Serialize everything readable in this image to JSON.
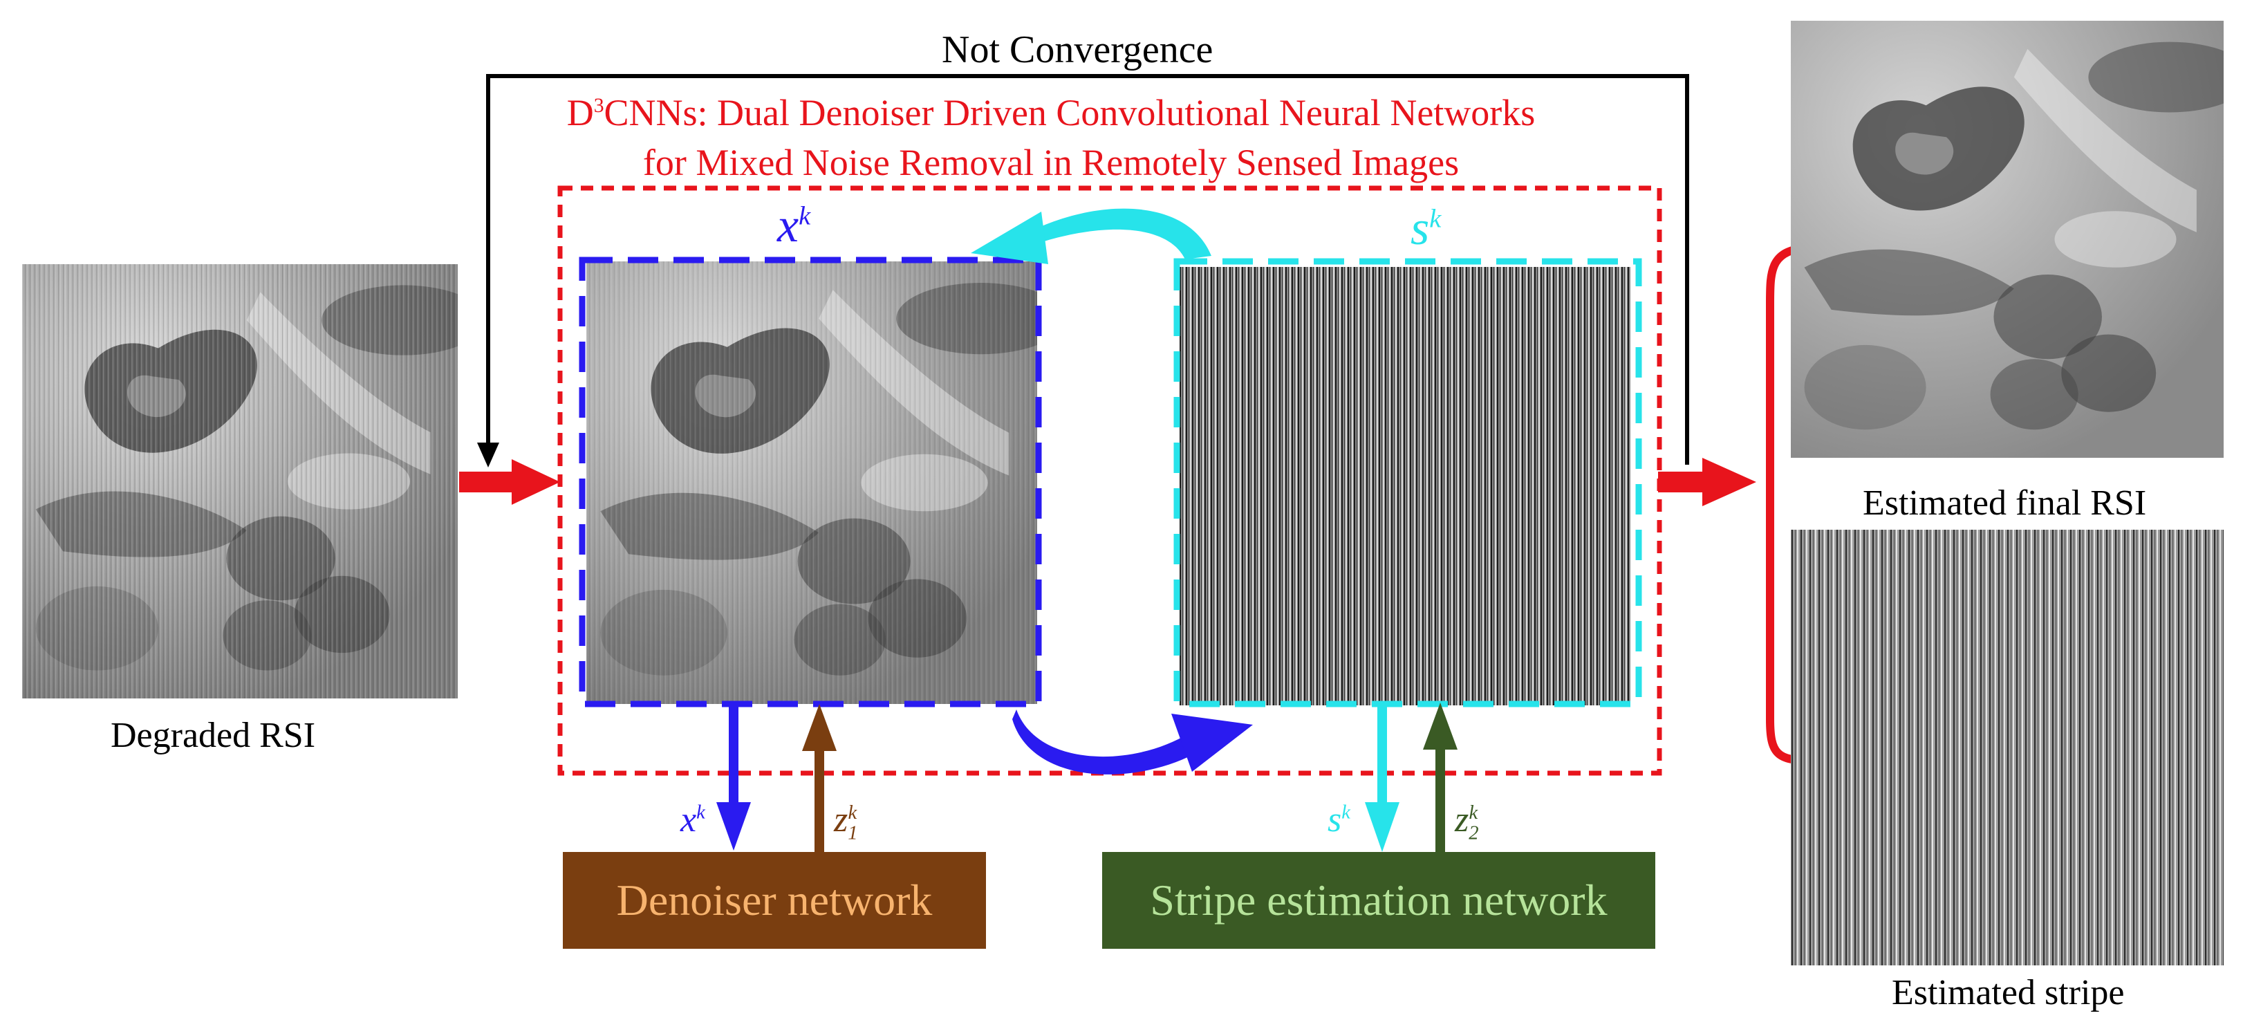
{
  "title": {
    "line1_prefix": "D",
    "line1_sup": "3",
    "line1_rest": "CNNs: Dual Denoiser Driven Convolutional Neural Networks",
    "line2": "for Mixed Noise Removal in Remotely Sensed Images"
  },
  "loop_label": "Not Convergence",
  "captions": {
    "degraded": "Degraded RSI",
    "final": "Estimated final RSI",
    "stripe": "Estimated stripe"
  },
  "networks": {
    "denoiser": "Denoiser network",
    "stripe": "Stripe estimation network"
  },
  "symbols": {
    "x_base": "x",
    "x_sup": "k",
    "s_base": "s",
    "s_sup": "k",
    "z1_base": "z",
    "z1_sub": "1",
    "z1_sup": "k",
    "z2_base": "z",
    "z2_sub": "2",
    "z2_sup": "k"
  },
  "colors": {
    "red": "#e8141c",
    "blue": "#2a1bf0",
    "cyan": "#27e3ea",
    "brown": "#7a3e10",
    "dark_green": "#3a5a24",
    "denoiser_text": "#f7b36e",
    "stripe_text": "#b6e39a"
  }
}
